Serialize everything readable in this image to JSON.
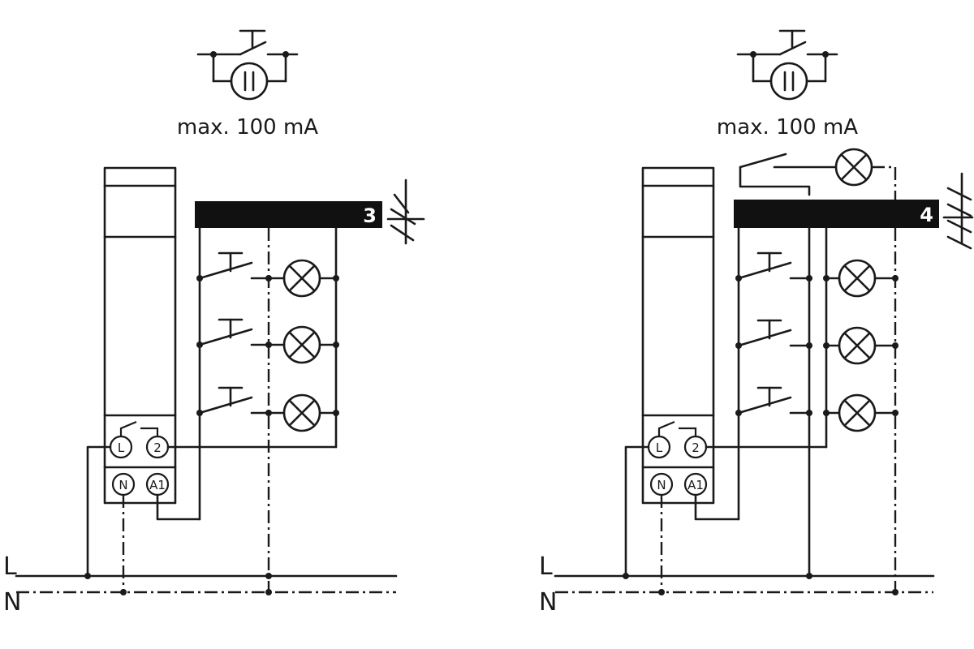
{
  "circuits": [
    {
      "id": "left",
      "pushbutton_rating": "max. 100 mA",
      "bus_conductors": "3",
      "terminals": [
        "L",
        "2",
        "N",
        "A1"
      ],
      "branch_count": 3,
      "has_extra_switch_lamp": false
    },
    {
      "id": "right",
      "pushbutton_rating": "max. 100 mA",
      "bus_conductors": "4",
      "terminals": [
        "L",
        "2",
        "N",
        "A1"
      ],
      "branch_count": 3,
      "has_extra_switch_lamp": true
    }
  ],
  "rails": {
    "line": "L",
    "neutral": "N"
  },
  "icons": [
    "illuminated-pushbutton-icon",
    "pushbutton-icon",
    "lamp-icon",
    "relay-contact-icon",
    "conductor-count-icon"
  ]
}
